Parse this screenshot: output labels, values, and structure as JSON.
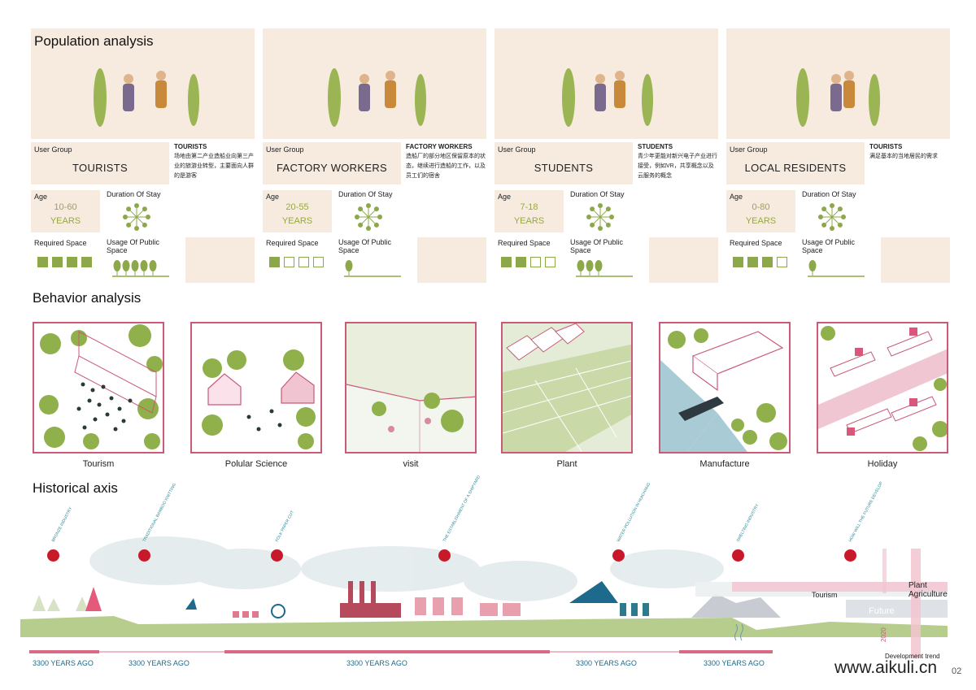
{
  "titles": {
    "population": "Population analysis",
    "behavior": "Behavior analysis",
    "history": "Historical axis"
  },
  "labels": {
    "user_group": "User Group",
    "age": "Age",
    "duration": "Duration Of Stay",
    "required_space": "Required Space",
    "usage": "Usage Of Public Space"
  },
  "groups": [
    {
      "name": "TOURISTS",
      "desc_title": "TOURISTS",
      "desc": "场地由第二产业造船业向第三产业的旅游业转型，主要面向人群的是游客",
      "age1": "10-60",
      "age2": "YEARS",
      "space": 4,
      "trees": 5
    },
    {
      "name": "FACTORY WORKERS",
      "desc_title": "FACTORY WORKERS",
      "desc": "造船厂的部分地区保留原本的状态，继续进行造船的工作，以及员工们的宿舍",
      "age1": "20-55",
      "age2": "YEARS",
      "space": 1,
      "trees": 1
    },
    {
      "name": "STUDENTS",
      "desc_title": "STUDENTS",
      "desc": "青少年更能对新兴电子产业进行接受，例如VR，共享概念以及云服务的概念",
      "age1": "7-18",
      "age2": "YEARS",
      "space": 2,
      "trees": 3
    },
    {
      "name": "LOCAL RESIDENTS",
      "desc_title": "TOURISTS",
      "desc": "满足基本的当地居民的需求",
      "age1": "0-80",
      "age2": "YEARS",
      "space": 3,
      "trees": 1
    }
  ],
  "behaviors": [
    "Tourism",
    "Polular Science",
    "visit",
    "Plant",
    "Manufacture",
    "Holiday"
  ],
  "timeline": {
    "year_labels": [
      "3300 YEARS AGO",
      "3300 YEARS AGO",
      "3300 YEARS AGO",
      "3300 YEARS AGO",
      "3300 YEARS AGO"
    ],
    "events": [
      "BRONZE INDUSTRY",
      "TRADITIONAL BAMBOO KNITTING",
      "FOLK PAPER CUT",
      "THE ESTABLISHMENT OF A SHIPYARD",
      "WATER POLLUTION IN HUICHANG",
      "SMELTING INDUSTRY",
      "HOW WILL THE FUTURE DEVELOP"
    ],
    "future_words": {
      "tourism": "Tourism",
      "plant": "Plant",
      "agriculture": "Agriculture",
      "future": "Future",
      "year": "2020",
      "trend": "Development trend"
    }
  },
  "watermark": "www.aikuli.cn",
  "page_number": "02",
  "colors": {
    "panel": "#f7ebe0",
    "green": "#8da84a",
    "pink": "#c95a78",
    "red": "#c8192a",
    "teal": "#1d6a8c"
  }
}
